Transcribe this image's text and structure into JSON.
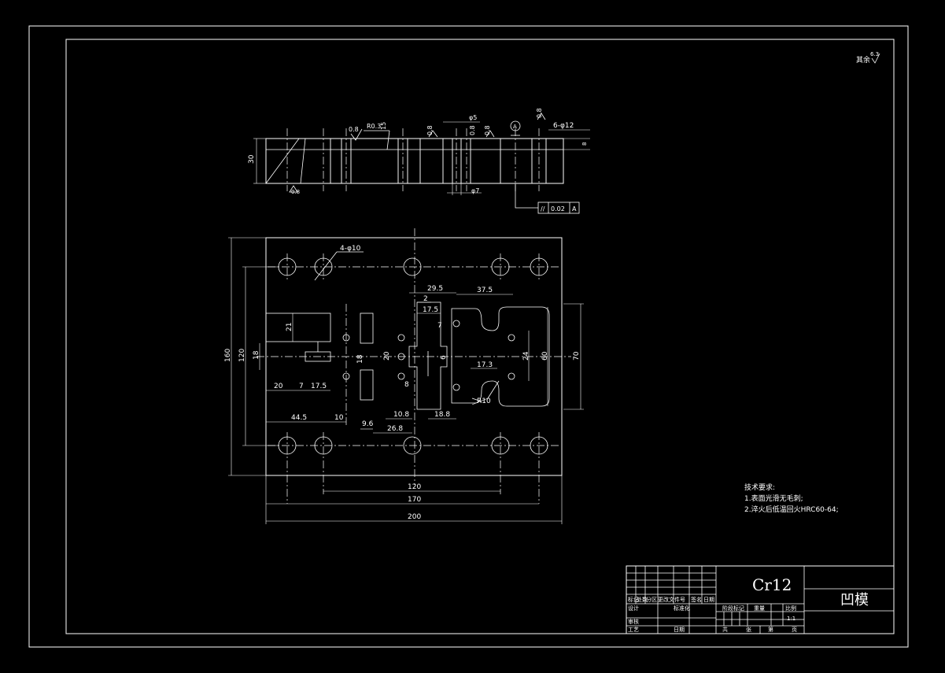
{
  "drawing": {
    "roughness_note": "其余",
    "roughness_value": "6.3",
    "section": {
      "height_dim": "30",
      "roughness_1": "0.8",
      "radius": "R0.3",
      "angle": "15",
      "roughness_2": "0.8",
      "phi5": "φ5",
      "roughness_3": "0.8",
      "roughness_4": "0.8",
      "datum": "A",
      "roughness_5": "0.8",
      "holes": "6-φ12",
      "depth_dim": "8",
      "bottom_roughness": "0.8",
      "phi7": "φ7",
      "tolerance_symbol": "//",
      "tolerance_value": "0.02",
      "tolerance_datum": "A"
    },
    "plan": {
      "holes_label": "4-φ10",
      "dims": {
        "d160": "160",
        "d120v": "120",
        "d18a": "18",
        "d21": "21",
        "d20": "20",
        "d7a": "7",
        "d17_5a": "17.5",
        "d44_5": "44.5",
        "d10": "10",
        "d18b": "18",
        "d9_6": "9.6",
        "d26_8": "26.8",
        "d10_8": "10.8",
        "d18_8": "18.8",
        "d29_5": "29.5",
        "d2": "2",
        "d17_5b": "17.5",
        "d7b": "7",
        "d20v": "20",
        "d8": "8",
        "d37_5": "37.5",
        "d6": "6",
        "d17_3": "17.3",
        "d24": "24",
        "d60": "60",
        "d70": "70",
        "r10": "R10",
        "d120h": "120",
        "d170": "170",
        "d200": "200"
      }
    },
    "tech": {
      "title": "技术要求:",
      "line1": "1.表面光滑无毛刺;",
      "line2": "2.淬火后低温回火HRC60-64;"
    }
  },
  "title_block": {
    "material": "Cr12",
    "part_name": "凹模",
    "headers": [
      "标记",
      "处数",
      "分区",
      "更改文件号",
      "签名",
      "日期"
    ],
    "stage_label": "阶段标记",
    "weight_label": "重量",
    "scale_label": "比例",
    "scale_value": "1:1",
    "designer": "设计",
    "standard": "标准化",
    "checker": "审核",
    "process": "工艺",
    "date_label": "日期",
    "total": "共",
    "sheets": "张",
    "page": "第",
    "page_unit": "页"
  }
}
